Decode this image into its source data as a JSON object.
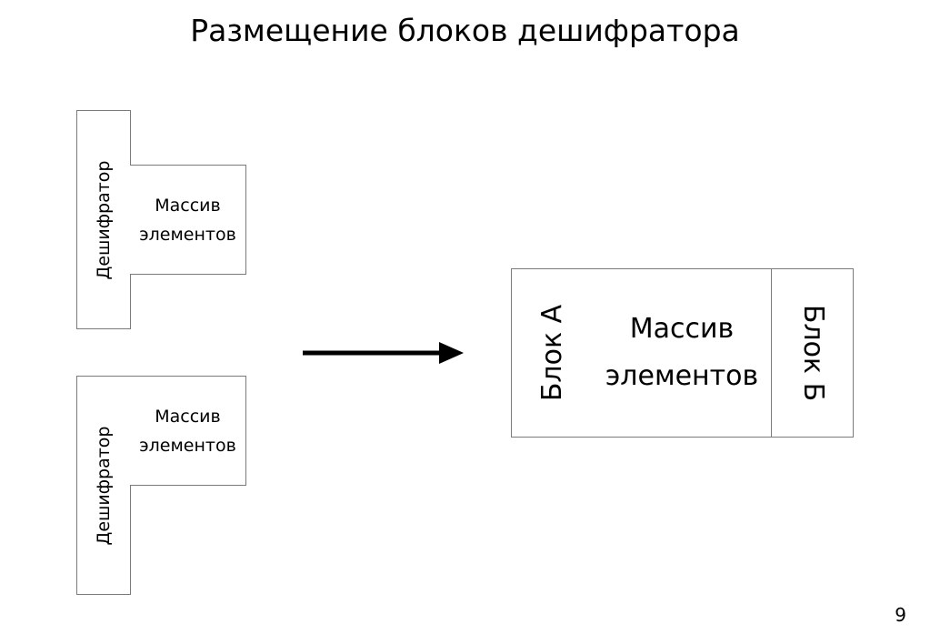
{
  "slide": {
    "title": "Размещение блоков дешифратора",
    "page_number": "9"
  },
  "left_top": {
    "decoder_label": "Дешифратор",
    "array_label_line1": "Массив",
    "array_label_line2": "элементов"
  },
  "left_bottom": {
    "decoder_label": "Дешифратор",
    "array_label_line1": "Массив",
    "array_label_line2": "элементов"
  },
  "right_combined": {
    "block_a_label": "Блок А",
    "array_label_line1": "Массив",
    "array_label_line2": "элементов",
    "block_b_label": "Блок Б"
  },
  "arrow": {
    "color": "#000000",
    "icon": "arrow-right-icon"
  }
}
